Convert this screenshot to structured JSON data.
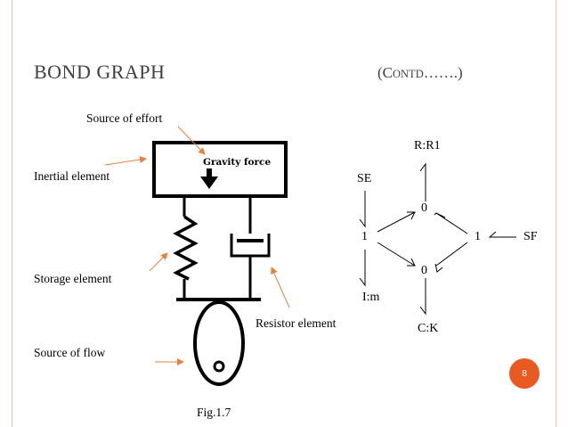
{
  "slide": {
    "title": "BOND GRAPH",
    "subtitle": {
      "open": "(C",
      "small": "ONTD",
      "close": "…….)"
    },
    "page_number": "8",
    "accent_color": "#e85a22",
    "border_color": "#f0c2b6"
  },
  "figure": {
    "caption": "Fig.1.7",
    "mass_label": "Gravity force",
    "labels": {
      "source_of_effort": "Source of effort",
      "inertial_element": "Inertial element",
      "storage_element": "Storage element",
      "source_of_flow": "Source of flow",
      "resistor_element": "Resistor element"
    }
  },
  "bond_graph": {
    "nodes": {
      "r": "R:R1",
      "se": "SE",
      "zero_top": "0",
      "one_left": "1",
      "one_right": "1",
      "sf": "SF",
      "zero_bottom": "0",
      "i": "I:m",
      "c": "C:K"
    }
  }
}
